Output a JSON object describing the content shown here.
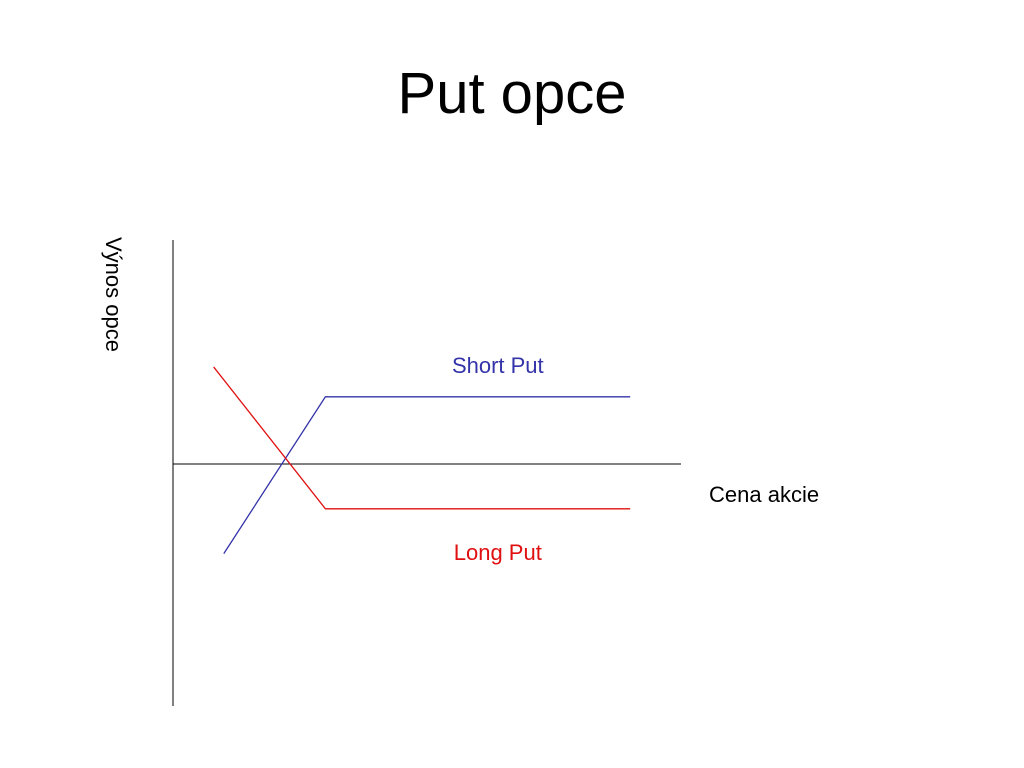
{
  "slide": {
    "title": "Put opce"
  },
  "chart_data": {
    "type": "line",
    "title": "Put opce",
    "xlabel": "Cena akcie",
    "ylabel": "Výnos opce",
    "ylim": [
      -4,
      3
    ],
    "xlim": [
      0,
      10
    ],
    "grid": false,
    "legend": "inline labels",
    "series": [
      {
        "name": "Short Put",
        "color": "#3333aa",
        "label_position": "above",
        "points": [
          [
            1,
            -1.2
          ],
          [
            3,
            0.9
          ],
          [
            9,
            0.9
          ]
        ]
      },
      {
        "name": "Long Put",
        "color": "#e01010",
        "label_position": "below",
        "points": [
          [
            0.8,
            1.3
          ],
          [
            3,
            -0.6
          ],
          [
            9,
            -0.6
          ]
        ]
      }
    ]
  }
}
